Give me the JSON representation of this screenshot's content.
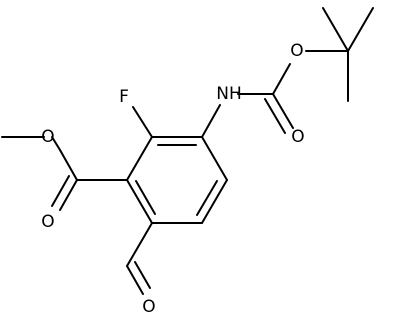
{
  "structure": {
    "atoms": {
      "fluorine": "F",
      "nh": "NH",
      "carbamate_ether_oxygen": "O",
      "carbamate_carbonyl_oxygen": "O",
      "ester_ether_oxygen": "O",
      "ester_carbonyl_oxygen": "O",
      "aldehyde_oxygen": "O"
    }
  }
}
